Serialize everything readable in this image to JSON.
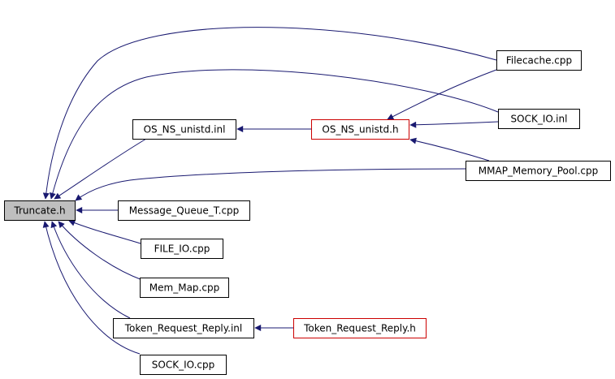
{
  "diagram": {
    "nodes": [
      {
        "id": "truncate_h",
        "label": "Truncate.h",
        "fill": "#bfbfbf",
        "stroke": "#000000"
      },
      {
        "id": "filecache_cpp",
        "label": "Filecache.cpp",
        "fill": "#ffffff",
        "stroke": "#000000"
      },
      {
        "id": "sock_io_inl",
        "label": "SOCK_IO.inl",
        "fill": "#ffffff",
        "stroke": "#000000"
      },
      {
        "id": "os_ns_unistd_inl",
        "label": "OS_NS_unistd.inl",
        "fill": "#ffffff",
        "stroke": "#000000"
      },
      {
        "id": "os_ns_unistd_h",
        "label": "OS_NS_unistd.h",
        "fill": "#ffffff",
        "stroke": "#cc0000"
      },
      {
        "id": "mmap_memory_pool_cpp",
        "label": "MMAP_Memory_Pool.cpp",
        "fill": "#ffffff",
        "stroke": "#000000"
      },
      {
        "id": "message_queue_t_cpp",
        "label": "Message_Queue_T.cpp",
        "fill": "#ffffff",
        "stroke": "#000000"
      },
      {
        "id": "file_io_cpp",
        "label": "FILE_IO.cpp",
        "fill": "#ffffff",
        "stroke": "#000000"
      },
      {
        "id": "mem_map_cpp",
        "label": "Mem_Map.cpp",
        "fill": "#ffffff",
        "stroke": "#000000"
      },
      {
        "id": "token_request_reply_inl",
        "label": "Token_Request_Reply.inl",
        "fill": "#ffffff",
        "stroke": "#000000"
      },
      {
        "id": "token_request_reply_h",
        "label": "Token_Request_Reply.h",
        "fill": "#ffffff",
        "stroke": "#cc0000"
      },
      {
        "id": "sock_io_cpp",
        "label": "SOCK_IO.cpp",
        "fill": "#ffffff",
        "stroke": "#000000"
      }
    ],
    "edges": [
      {
        "from": "filecache_cpp",
        "to": "truncate_h"
      },
      {
        "from": "sock_io_inl",
        "to": "truncate_h"
      },
      {
        "from": "os_ns_unistd_inl",
        "to": "truncate_h"
      },
      {
        "from": "mmap_memory_pool_cpp",
        "to": "truncate_h"
      },
      {
        "from": "message_queue_t_cpp",
        "to": "truncate_h"
      },
      {
        "from": "file_io_cpp",
        "to": "truncate_h"
      },
      {
        "from": "mem_map_cpp",
        "to": "truncate_h"
      },
      {
        "from": "token_request_reply_inl",
        "to": "truncate_h"
      },
      {
        "from": "sock_io_cpp",
        "to": "truncate_h"
      },
      {
        "from": "os_ns_unistd_h",
        "to": "os_ns_unistd_inl"
      },
      {
        "from": "filecache_cpp",
        "to": "os_ns_unistd_h"
      },
      {
        "from": "sock_io_inl",
        "to": "os_ns_unistd_h"
      },
      {
        "from": "mmap_memory_pool_cpp",
        "to": "os_ns_unistd_h"
      },
      {
        "from": "token_request_reply_h",
        "to": "token_request_reply_inl"
      }
    ],
    "edge_color": "#191970"
  }
}
